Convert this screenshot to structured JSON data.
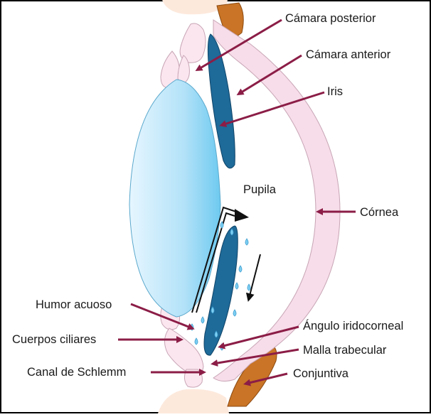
{
  "labels": {
    "camara_posterior": "Cámara posterior",
    "camara_anterior": "Cámara anterior",
    "iris": "Iris",
    "pupila": "Pupila",
    "cornea": "Córnea",
    "humor_acuoso": "Humor acuoso",
    "angulo_iridocorneal": "Ángulo iridocorneal",
    "cuerpos_ciliares": "Cuerpos ciliares",
    "malla_trabecular": "Malla trabecular",
    "canal_schlemm": "Canal de Schlemm",
    "conjuntiva": "Conjuntiva"
  },
  "colors": {
    "arrow": "#8b1d46",
    "iris": "#1e6a99",
    "cornea": "#f7dde9",
    "conjunctiva": "#c97426",
    "lens_light": "#e6f6ff",
    "lens_dark": "#6ecaf0",
    "ciliary": "#fbe6ef",
    "droplet": "#7ecff3"
  }
}
